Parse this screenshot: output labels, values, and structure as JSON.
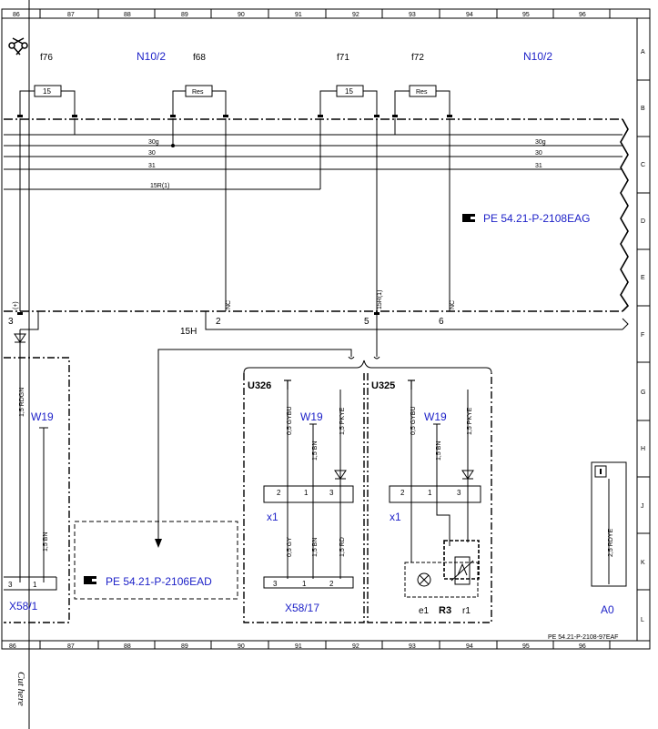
{
  "grid": {
    "columns": [
      "86",
      "87",
      "88",
      "89",
      "90",
      "91",
      "92",
      "93",
      "94",
      "95",
      "96"
    ],
    "rows": [
      "A",
      "B",
      "C",
      "D",
      "E",
      "F",
      "G",
      "H",
      "J",
      "K",
      "L"
    ]
  },
  "fuses": {
    "f76": {
      "label": "f76",
      "value": "15"
    },
    "f68": {
      "label": "f68",
      "value": "Res"
    },
    "f71": {
      "label": "f71",
      "value": "15"
    },
    "f72": {
      "label": "f72",
      "value": "Res"
    }
  },
  "modules": {
    "left": "N10/2",
    "right": "N10/2"
  },
  "bus_lines": {
    "l30g": "30g",
    "l30": "30",
    "l31": "31",
    "l15r": "15R(1)"
  },
  "refs": {
    "top": "PE 54.21-P-2108EAG",
    "mid": "PE 54.21-P-2106EAD",
    "doc": "PE 54.21-P-2108-97EAF"
  },
  "wire_labels": {
    "plus": "(+)",
    "nc": "NC",
    "r15": "15R(1)",
    "pin3": "3",
    "pin2": "2",
    "pin5": "5",
    "pin6": "6",
    "h15": "15H",
    "rdgn": "1,5 RDGN",
    "bn": "1,5 BN",
    "gybu": "0,5 GYBU",
    "pkye": "1,5 PKYE",
    "gy": "0,5 GY",
    "rd": "1,5 RD",
    "rdye": "2,5 RDYE"
  },
  "components": {
    "w19": "W19",
    "u326": "U326",
    "u325": "U325",
    "x1": "x1",
    "x58_1": "X58/1",
    "x58_17": "X58/17",
    "e1": "e1",
    "r3": "R3",
    "r1": "r1",
    "a0": "A0",
    "p1": "1",
    "p2": "2",
    "p3": "3"
  },
  "cut_here": "Cut here"
}
